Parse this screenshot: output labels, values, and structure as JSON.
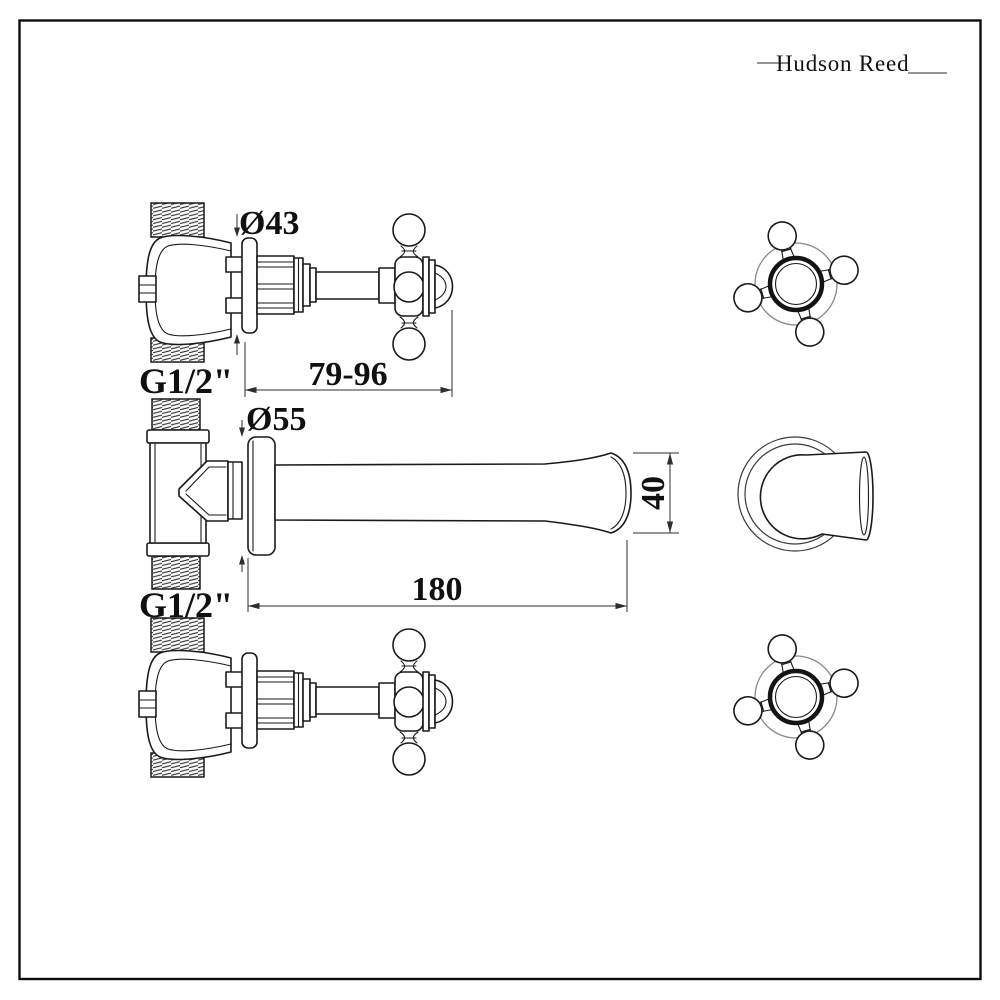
{
  "brand": {
    "logo_text": "Hudson Reed"
  },
  "dimensions": {
    "valve_escutcheon_diameter": "Ø43",
    "valve_projection_range": "79-96",
    "valve_thread_size": "G1/2\"",
    "spout_escutcheon_diameter": "Ø55",
    "spout_projection": "180",
    "spout_outlet_height": "40",
    "spout_thread_size": "G1/2\""
  },
  "colors": {
    "line": "#1a1a1a",
    "dimension": "#2e2e2e",
    "faint_circle": "#8a8a8a",
    "background": "#ffffff"
  }
}
